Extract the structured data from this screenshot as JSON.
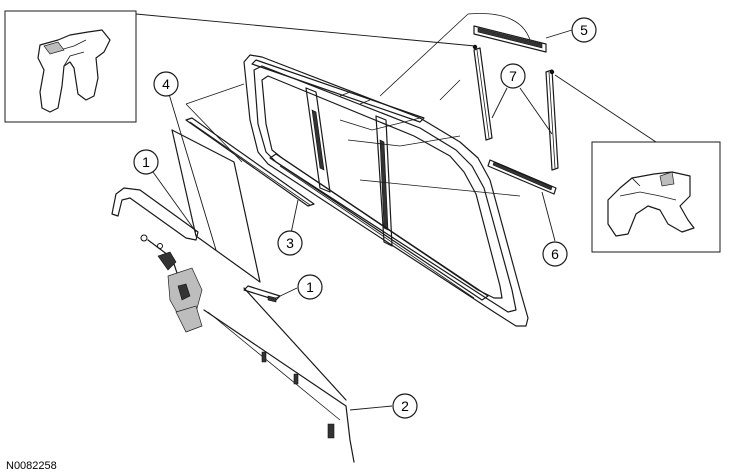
{
  "diagram": {
    "part_number": "N0082258",
    "callouts": [
      {
        "label": "1"
      },
      {
        "label": "1"
      },
      {
        "label": "2"
      },
      {
        "label": "3"
      },
      {
        "label": "4"
      },
      {
        "label": "5"
      },
      {
        "label": "6"
      },
      {
        "label": "7"
      }
    ]
  }
}
